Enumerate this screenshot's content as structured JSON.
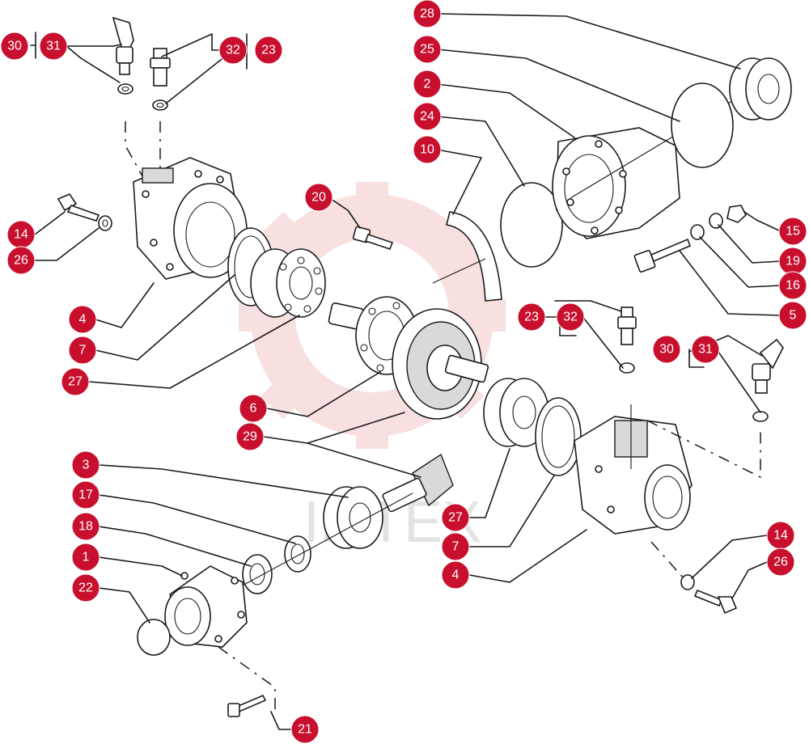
{
  "watermark": {
    "text": "IMTEX",
    "color": "#f4c5c8"
  },
  "colors": {
    "badge": "#c8102e",
    "line": "#1a1a1a",
    "shade": "#d9d9d9"
  },
  "callouts": [
    {
      "label": "30"
    },
    {
      "label": "31"
    },
    {
      "label": "32"
    },
    {
      "label": "23"
    },
    {
      "label": "14"
    },
    {
      "label": "26"
    },
    {
      "label": "4"
    },
    {
      "label": "7"
    },
    {
      "label": "27"
    },
    {
      "label": "20"
    },
    {
      "label": "10"
    },
    {
      "label": "24"
    },
    {
      "label": "2"
    },
    {
      "label": "25"
    },
    {
      "label": "28"
    },
    {
      "label": "15"
    },
    {
      "label": "19"
    },
    {
      "label": "16"
    },
    {
      "label": "5"
    },
    {
      "label": "23"
    },
    {
      "label": "32"
    },
    {
      "label": "30"
    },
    {
      "label": "31"
    },
    {
      "label": "6"
    },
    {
      "label": "29"
    },
    {
      "label": "3"
    },
    {
      "label": "17"
    },
    {
      "label": "18"
    },
    {
      "label": "1"
    },
    {
      "label": "22"
    },
    {
      "label": "27"
    },
    {
      "label": "7"
    },
    {
      "label": "4"
    },
    {
      "label": "14"
    },
    {
      "label": "26"
    },
    {
      "label": "21"
    }
  ]
}
